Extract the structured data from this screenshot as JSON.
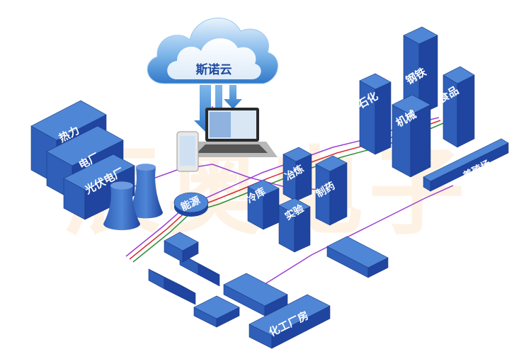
{
  "cloud": {
    "label": "斯诺云"
  },
  "watermark": {
    "text": "辰奥电子",
    "color": "#f3a23a"
  },
  "colors": {
    "block_top": "#4f86d6",
    "block_left": "#2f5fb8",
    "block_right": "#1f45a0",
    "label": "#ffffff",
    "cloud_text": "#1f4aa0",
    "line_purple": "#9b3fd1",
    "line_red": "#d72d2d",
    "line_green": "#2e8f3a"
  },
  "buildings": {
    "heat": "热力",
    "power_plant": "电厂",
    "solar_power": "光伏电厂",
    "energy": "能源",
    "cold_storage": "冷库",
    "smelting": "冶炼",
    "lab": "实验",
    "pharma": "制药",
    "petrochem": "石化",
    "steel": "钢铁",
    "food": "食品",
    "machinery": "机械",
    "breeding_farm": "养殖场",
    "chem_plant": "化工厂房"
  }
}
